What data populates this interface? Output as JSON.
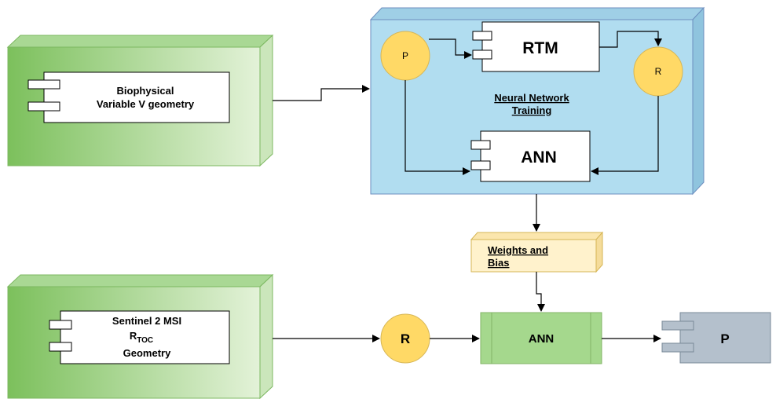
{
  "nodes": {
    "biophysical": {
      "line1": "Biophysical",
      "line2": "Variable V geometry"
    },
    "training_label": {
      "line1": "Neural Network",
      "line2": "Training"
    },
    "p_top": "P",
    "rtm": "RTM",
    "r_top": "R",
    "ann_top": "ANN",
    "weights": {
      "line1": "Weights and",
      "line2": "Bias"
    },
    "sentinel": {
      "line1": "Sentinel 2 MSI",
      "r_main": "R",
      "r_sub": "TOC",
      "line3": "Geometry"
    },
    "r_bottom": "R",
    "ann_bottom": "ANN",
    "p_bottom": "P"
  },
  "colors": {
    "green_block": "#8fcf72",
    "blue_block": "#b1ddf0",
    "circle": "#ffd966",
    "weights_box": "#fff2cc",
    "ann_green": "#a5d88d",
    "p_gray": "#b4c0cc"
  }
}
